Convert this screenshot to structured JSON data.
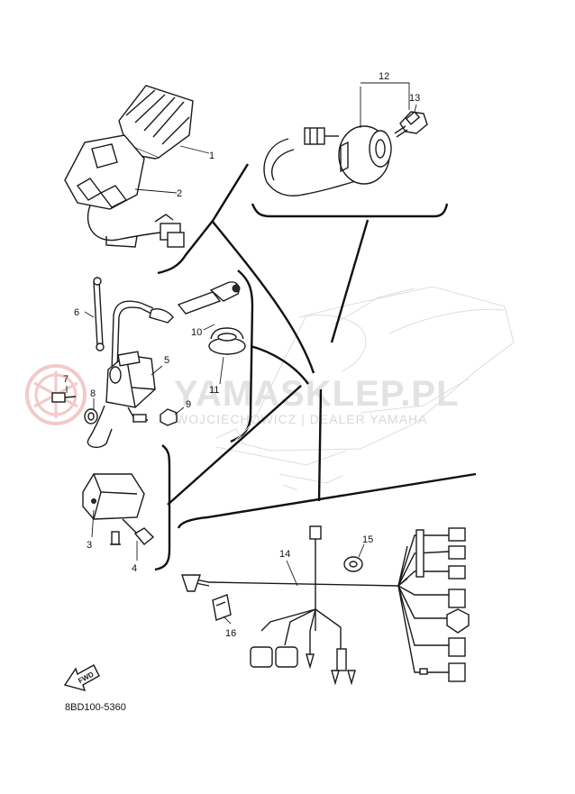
{
  "watermark": {
    "title": "YAMASKLEP.PL",
    "subtitle": "WOJCIECHOWICZ | DEALER YAMAHA",
    "logo_color": "#f2c9c9"
  },
  "diagram_code": "8BD100-5360",
  "fwd_label": "FWD",
  "callouts": [
    "1",
    "2",
    "3",
    "4",
    "5",
    "6",
    "7",
    "8",
    "9",
    "10",
    "11",
    "12",
    "13",
    "14",
    "15",
    "16"
  ]
}
